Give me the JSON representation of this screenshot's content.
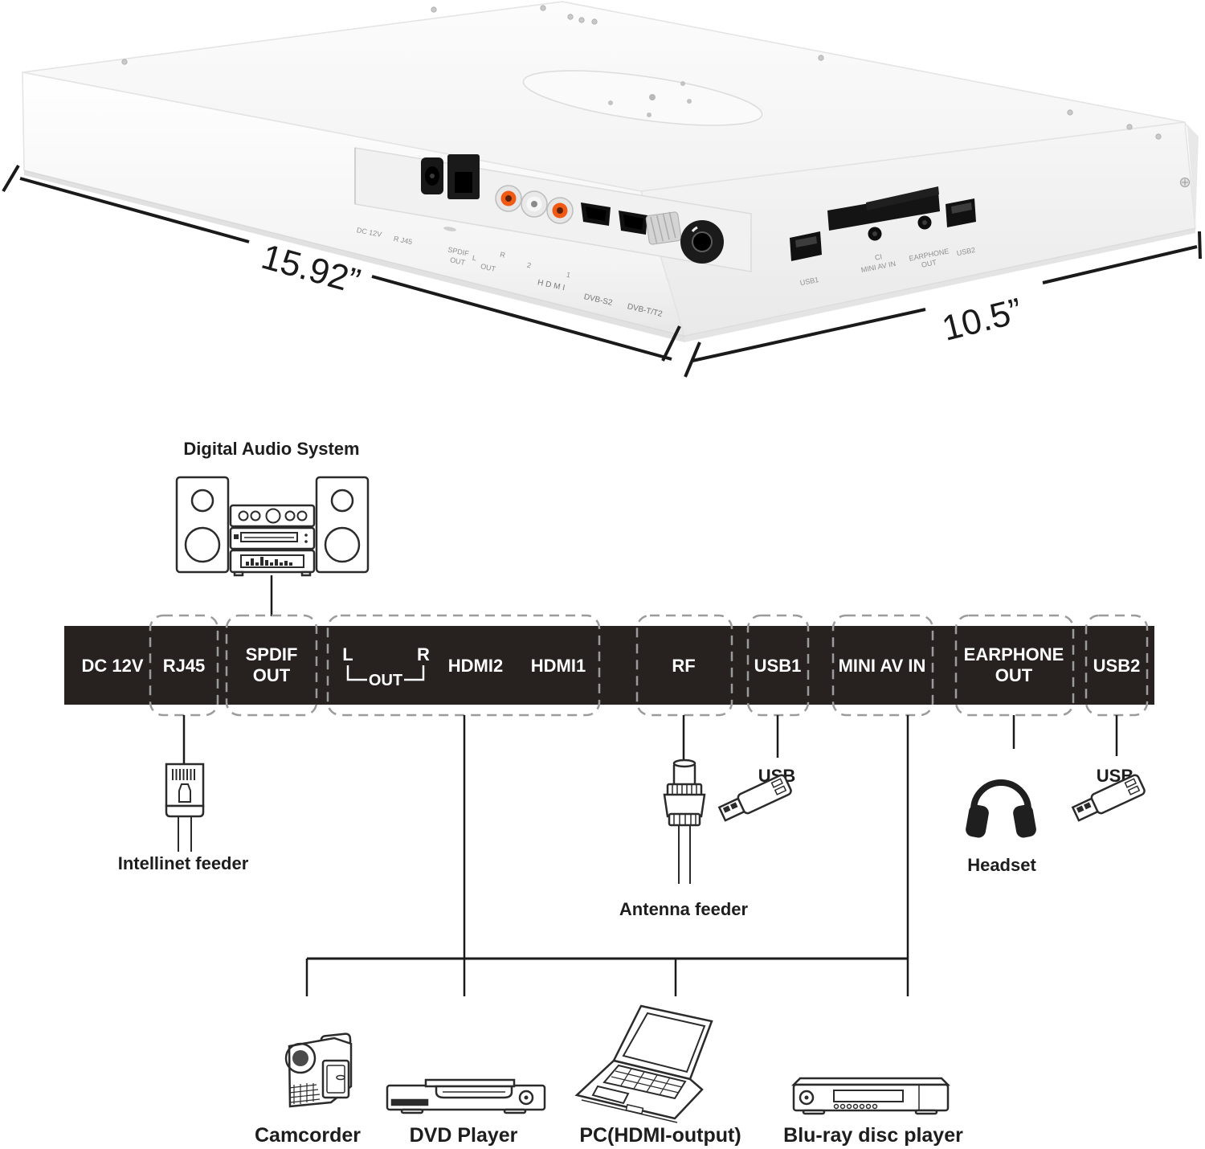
{
  "colors": {
    "background": "#ffffff",
    "bar_bg": "#272120",
    "bar_text": "#ffffff",
    "dashed_outline": "#9b9b9b",
    "line_art": "#2b2b2b",
    "connector_line": "#1a1a1a",
    "rca_orange": "#f05a14",
    "device_white": "#f7f7f7",
    "rear_label_gray": "#8f8f8f"
  },
  "product": {
    "dim_width": "15.92”",
    "dim_depth": "10.5”",
    "rear": {
      "dc": "DC 12V",
      "rj45": "R J45",
      "spdif1": "SPDIF",
      "spdif2": "OUT",
      "l": "L",
      "out": "OUT",
      "r": "R",
      "hdmi2_num": "2",
      "hdmi1_num": "1",
      "hdmi": "HDMI",
      "dvbs2": "DVB-S2",
      "dvbt2": "DVB-T/T2",
      "usb1": "USB1",
      "ci": "CI",
      "miniav": "MINI AV IN",
      "ear1": "EARPHONE",
      "ear2": "OUT",
      "usb2": "USB2"
    }
  },
  "diagram": {
    "audio_title": "Digital Audio System",
    "bar": {
      "dc": "DC 12V",
      "rj45": "RJ45",
      "spdif1": "SPDIF",
      "spdif2": "OUT",
      "l": "L",
      "r": "R",
      "out": "OUT",
      "hdmi2": "HDMI2",
      "hdmi1": "HDMI1",
      "rf": "RF",
      "usb1": "USB1",
      "miniav": "MINI AV IN",
      "ear1": "EARPHONE",
      "ear2": "OUT",
      "usb2": "USB2"
    },
    "labels": {
      "intellinet": "Intellinet feeder",
      "antenna": "Antenna feeder",
      "usb_a": "USB",
      "headset": "Headset",
      "usb_b": "USB",
      "camcorder": "Camcorder",
      "dvd": "DVD Player",
      "pc": "PC(HDMI-output)",
      "bluray": "Blu-ray disc player"
    }
  }
}
